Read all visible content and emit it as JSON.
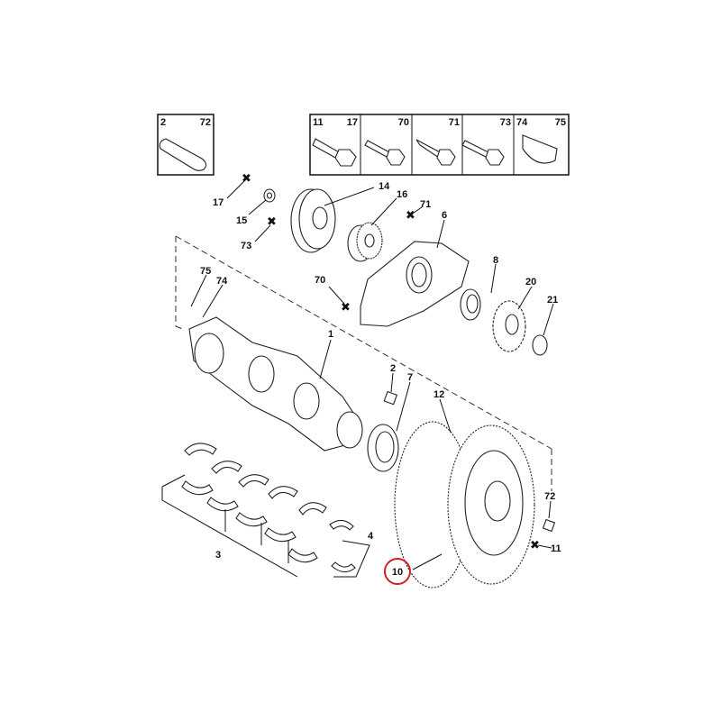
{
  "diagram": {
    "legend_boxes": [
      {
        "left": "2",
        "right": "72",
        "icon": "dowel-pin-icon"
      },
      {
        "left": "11",
        "right": "17",
        "icon": "hex-bolt-icon"
      },
      {
        "left": "",
        "right": "70",
        "icon": "flange-bolt-icon"
      },
      {
        "left": "",
        "right": "71",
        "icon": "self-tapping-bolt-icon"
      },
      {
        "left": "",
        "right": "73",
        "icon": "flange-bolt-long-icon"
      },
      {
        "left": "74",
        "right": "75",
        "icon": "woodruff-key-icon"
      }
    ],
    "callouts": {
      "c17": "17",
      "c15": "15",
      "c14": "14",
      "c16": "16",
      "c71": "71",
      "c6": "6",
      "c73": "73",
      "c75": "75",
      "c74": "74",
      "c70": "70",
      "c8": "8",
      "c20": "20",
      "c21": "21",
      "c1": "1",
      "c2": "2",
      "c7": "7",
      "c12": "12",
      "c72": "72",
      "c11": "11",
      "c3": "3",
      "c4": "4",
      "c10": "10"
    },
    "highlight_color": "#d0202a"
  }
}
